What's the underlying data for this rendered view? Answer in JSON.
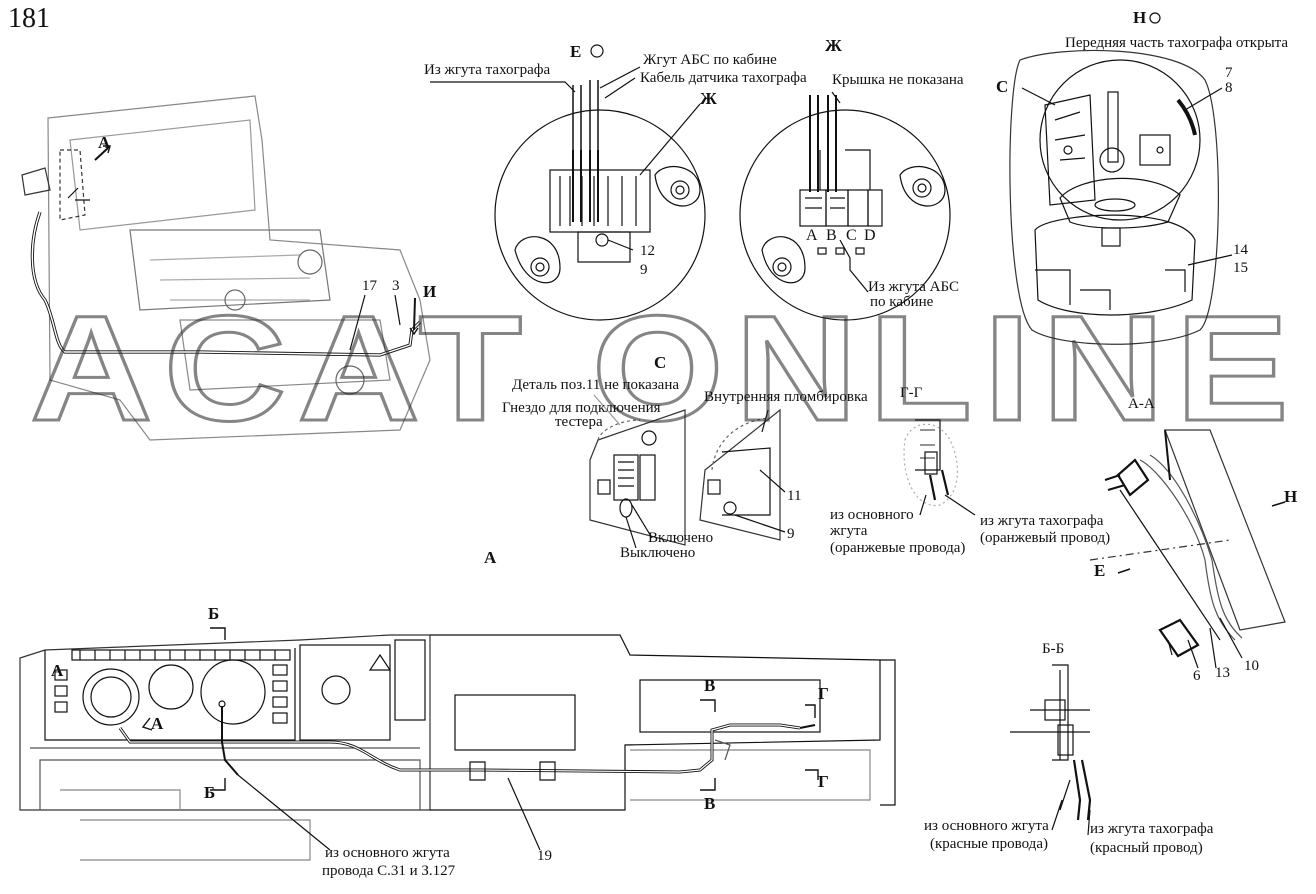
{
  "page": {
    "number": "181"
  },
  "watermark": {
    "text": "ACAT ONLINE"
  },
  "labels": {
    "view_e": "Е",
    "view_zh": "Ж",
    "view_n": "Н",
    "from_tacho_harness": "Из жгута тахографа",
    "abs_cab_harness": "Жгут АБС по кабине",
    "tacho_sensor_cable": "Кабель датчика тахографа",
    "cover_not_shown": "Крышка не показана",
    "tacho_front_open": "Передняя часть тахографа открыта",
    "from_abs_harness_cab_line1": "Из жгута АБС",
    "from_abs_harness_cab_line2": "по кабине",
    "pin_labels": [
      "A",
      "B",
      "C",
      "D"
    ],
    "detail_pos11_not_shown": "Деталь поз.11 не показана",
    "tester_socket_line1": "Гнездо для подключения",
    "tester_socket_line2": "тестера",
    "internal_seal": "Внутренняя пломбировка",
    "switched_on": "Включено",
    "switched_off": "Выключено",
    "view_c": "С",
    "view_a": "А",
    "section_gg": "Г-Г",
    "from_main_harness_line1": "из основного",
    "from_main_harness_line2": "жгута",
    "orange_wires": "(оранжевые провода)",
    "from_tacho_harness_lower": "из жгута тахографа",
    "orange_wire": "(оранжевый провод)",
    "section_aa": "А-А",
    "section_bb": "Б-Б",
    "from_main_harness_red": "из основного жгута",
    "red_wires": "(красные провода)",
    "from_tacho_harness_red": "из жгута тахографа",
    "red_wire": "(красный провод)",
    "main_harness_wires_line1": "из основного жгута",
    "main_harness_wires_line2": "провода С.31 и З.127",
    "letter_b": "Б",
    "letter_v": "В",
    "letter_g": "Г",
    "letter_i": "И",
    "letter_e": "Е",
    "letter_n": "Н",
    "letter_a": "А",
    "letter_c": "С"
  },
  "positions": {
    "p3": "3",
    "p6": "6",
    "p7": "7",
    "p8": "8",
    "p9": "9",
    "p10": "10",
    "p11": "11",
    "p12": "12",
    "p13": "13",
    "p14": "14",
    "p15": "15",
    "p17": "17",
    "p19": "19"
  }
}
